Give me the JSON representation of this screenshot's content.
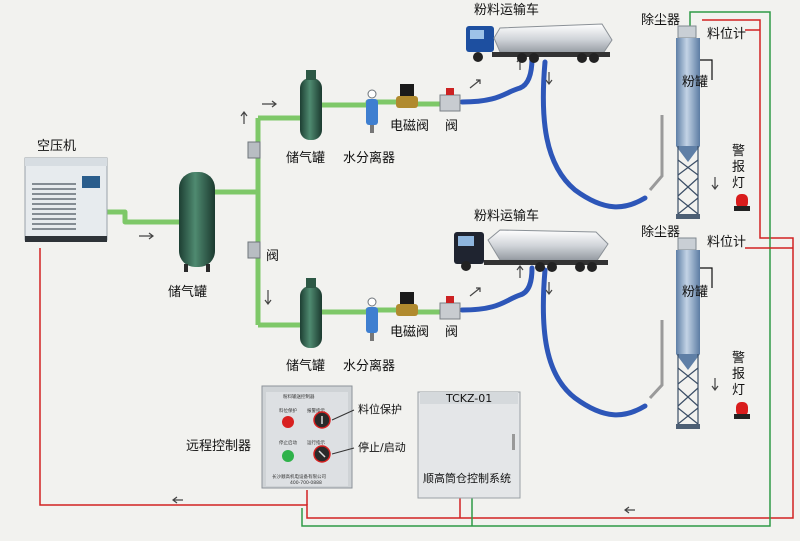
{
  "labels": {
    "compressor": "空压机",
    "main_tank": "储气罐",
    "valve_junction": "阀",
    "top": {
      "truck": "粉料运输车",
      "tank": "储气罐",
      "separator": "水分离器",
      "solenoid": "电磁阀",
      "valve": "阀",
      "dust_collector": "除尘器",
      "level_gauge": "料位计",
      "silo_text": "粉罐",
      "alarm": "警报灯"
    },
    "bottom": {
      "truck": "粉料运输车",
      "tank": "储气罐",
      "separator": "水分离器",
      "solenoid": "电磁阀",
      "valve": "阀",
      "dust_collector": "除尘器",
      "level_gauge": "料位计",
      "silo_text": "粉罐",
      "alarm": "警报灯"
    },
    "remote_controller": "远程控制器",
    "level_protect": "料位保护",
    "stop_start": "停止/启动",
    "cabinet_model": "TCKZ-01",
    "cabinet_name": "顺高筒仓控制系统"
  },
  "panel": {
    "title": "粉料输送控制器",
    "small_1": "料位保护",
    "small_2": "报警指示",
    "small_3": "停止启动",
    "small_4": "运行指示",
    "company": "长沙顺高机电设备有限公司",
    "phone": "400-700-0888"
  },
  "colors": {
    "pipe_green": "#7ec868",
    "pipe_blue": "#2d56b8",
    "wire_red": "#d22222",
    "wire_green": "#2e9a46",
    "tank_green": "#2e5a48",
    "silo_blue": "#8fa9c8"
  }
}
